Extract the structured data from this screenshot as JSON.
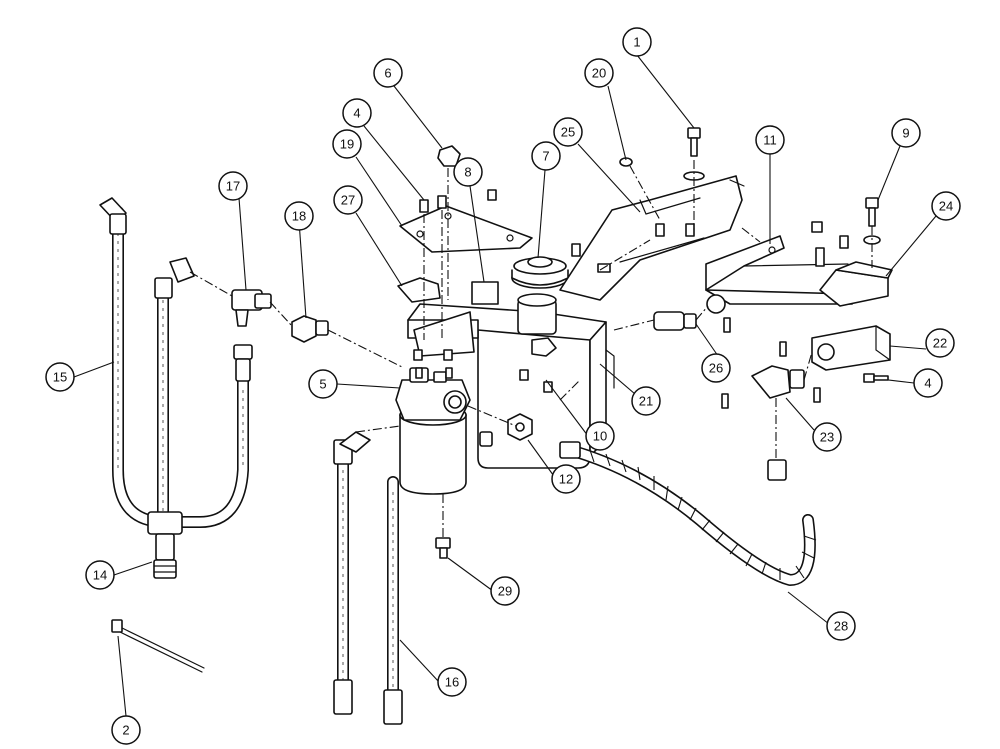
{
  "figure": {
    "type": "exploded parts diagram",
    "callouts": [
      {
        "id": "c1",
        "label": "1"
      },
      {
        "id": "c2",
        "label": "2"
      },
      {
        "id": "c4a",
        "label": "4"
      },
      {
        "id": "c4b",
        "label": "4"
      },
      {
        "id": "c5",
        "label": "5"
      },
      {
        "id": "c6",
        "label": "6"
      },
      {
        "id": "c7",
        "label": "7"
      },
      {
        "id": "c8",
        "label": "8"
      },
      {
        "id": "c9",
        "label": "9"
      },
      {
        "id": "c10",
        "label": "10"
      },
      {
        "id": "c11",
        "label": "11"
      },
      {
        "id": "c12",
        "label": "12"
      },
      {
        "id": "c14",
        "label": "14"
      },
      {
        "id": "c15",
        "label": "15"
      },
      {
        "id": "c16",
        "label": "16"
      },
      {
        "id": "c17",
        "label": "17"
      },
      {
        "id": "c18",
        "label": "18"
      },
      {
        "id": "c19",
        "label": "19"
      },
      {
        "id": "c20",
        "label": "20"
      },
      {
        "id": "c21",
        "label": "21"
      },
      {
        "id": "c22",
        "label": "22"
      },
      {
        "id": "c23",
        "label": "23"
      },
      {
        "id": "c24",
        "label": "24"
      },
      {
        "id": "c25",
        "label": "25"
      },
      {
        "id": "c26",
        "label": "26"
      },
      {
        "id": "c27",
        "label": "27"
      },
      {
        "id": "c28",
        "label": "28"
      },
      {
        "id": "c29",
        "label": "29"
      }
    ]
  }
}
